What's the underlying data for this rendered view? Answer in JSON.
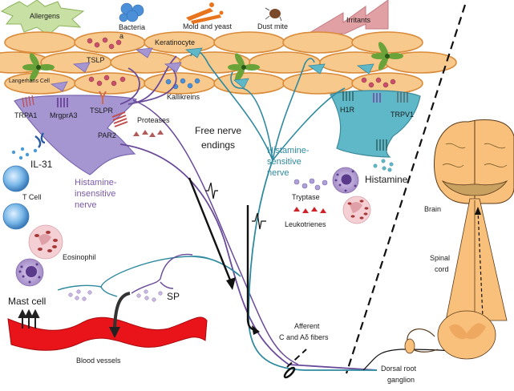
{
  "figure": {
    "title": "Itch pathways: skin, peripheral nerves, spinal cord and brain",
    "colors": {
      "keratinocyte": "#f8c98c",
      "keratinocyte_outline": "#d98b3a",
      "histamine_insensitive_nerve": "#9b8ac9",
      "histamine_sensitive_nerve": "#5fb8c8",
      "blood_vessel": "#e8141a",
      "langerhans": "#6aa33a",
      "allergen_star": "#c9e0a4",
      "irritant_bolt": "#d98a8e",
      "bacteria": "#4a8fd8",
      "mold": "#e8741e"
    }
  },
  "triggers": {
    "allergens": "Allergens",
    "bacteria": "Bacteria",
    "bacteria_suffix": "a",
    "mold": "Mold and yeast",
    "dust_mite": "Dust mite",
    "irritants": "Irritants"
  },
  "skin": {
    "keratinocyte": "Keratinocyte",
    "langerhans": "Langerhans Cell",
    "tslp": "TSLP",
    "kallikreins": "Kallikreins"
  },
  "left_nerve": {
    "receptors": [
      "TRPA1",
      "MrgprA3",
      "TSLPR",
      "PAR2"
    ],
    "proteases": "Proteases",
    "il31": "IL-31",
    "label_lines": [
      "Histamine-",
      "insensitive",
      "nerve"
    ]
  },
  "right_nerve": {
    "receptors": [
      "H1R",
      "TRPV1"
    ],
    "histamine": "Histamine",
    "label_lines": [
      "Histamine-",
      "sensitive",
      "nerve"
    ]
  },
  "mediators": {
    "tryptase": "Tryptase",
    "leukotrienes": "Leukotrienes"
  },
  "cells": {
    "t_cell": "T Cell",
    "eosinophil": "Eosinophil",
    "mast_cell": "Mast cell"
  },
  "nerve_endings": [
    "Free nerve",
    "endings"
  ],
  "vascular": {
    "sp": "SP",
    "blood_vessels": "Blood vessels"
  },
  "pathway": {
    "afferent_lines": [
      "Afferent",
      "C and Aδ fibers"
    ],
    "drg_lines": [
      "Dorsal root",
      "ganglion"
    ],
    "spinal_lines": [
      "Spinal",
      "cord"
    ],
    "brain": "Brain"
  }
}
